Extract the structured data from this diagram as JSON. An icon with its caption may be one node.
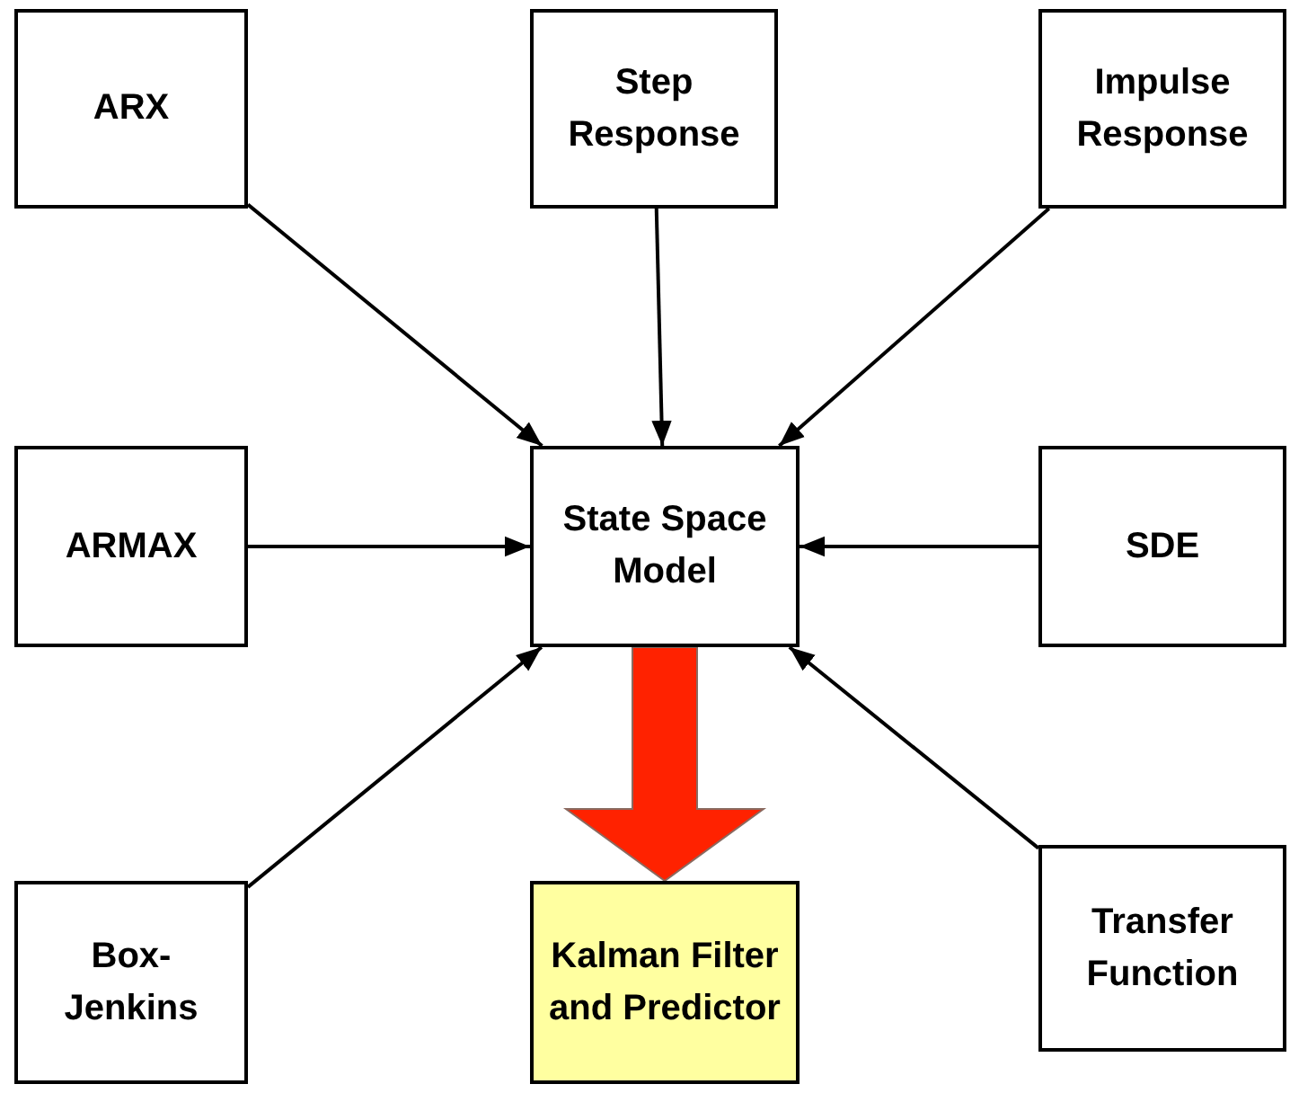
{
  "diagram": {
    "nodes": [
      {
        "text": [
          "ARX"
        ]
      },
      {
        "text": [
          "Step Response"
        ]
      },
      {
        "text": [
          "Impulse Response"
        ]
      },
      {
        "text": [
          "ARMAX"
        ]
      },
      {
        "text": [
          "State Space Model"
        ]
      },
      {
        "text": [
          "SDE"
        ]
      },
      {
        "text": [
          "Box-Jenkins"
        ]
      },
      {
        "text": [
          "Kalman Filter and Predictor"
        ]
      },
      {
        "text": [
          "Transfer Function"
        ]
      }
    ],
    "edges": [
      {
        "from": 0,
        "to": 4,
        "arrow": "to"
      },
      {
        "from": 1,
        "to": 4,
        "arrow": "to"
      },
      {
        "from": 2,
        "to": 4,
        "arrow": "to"
      },
      {
        "from": 3,
        "to": 4,
        "arrow": "to"
      },
      {
        "from": 5,
        "to": 4,
        "arrow": "to"
      },
      {
        "from": 6,
        "to": 4,
        "arrow": "to"
      },
      {
        "from": 8,
        "to": 4,
        "arrow": "to"
      },
      {
        "from": 4,
        "to": 7,
        "arrow": "to",
        "style": "thick",
        "color": "#ff2200"
      }
    ]
  }
}
